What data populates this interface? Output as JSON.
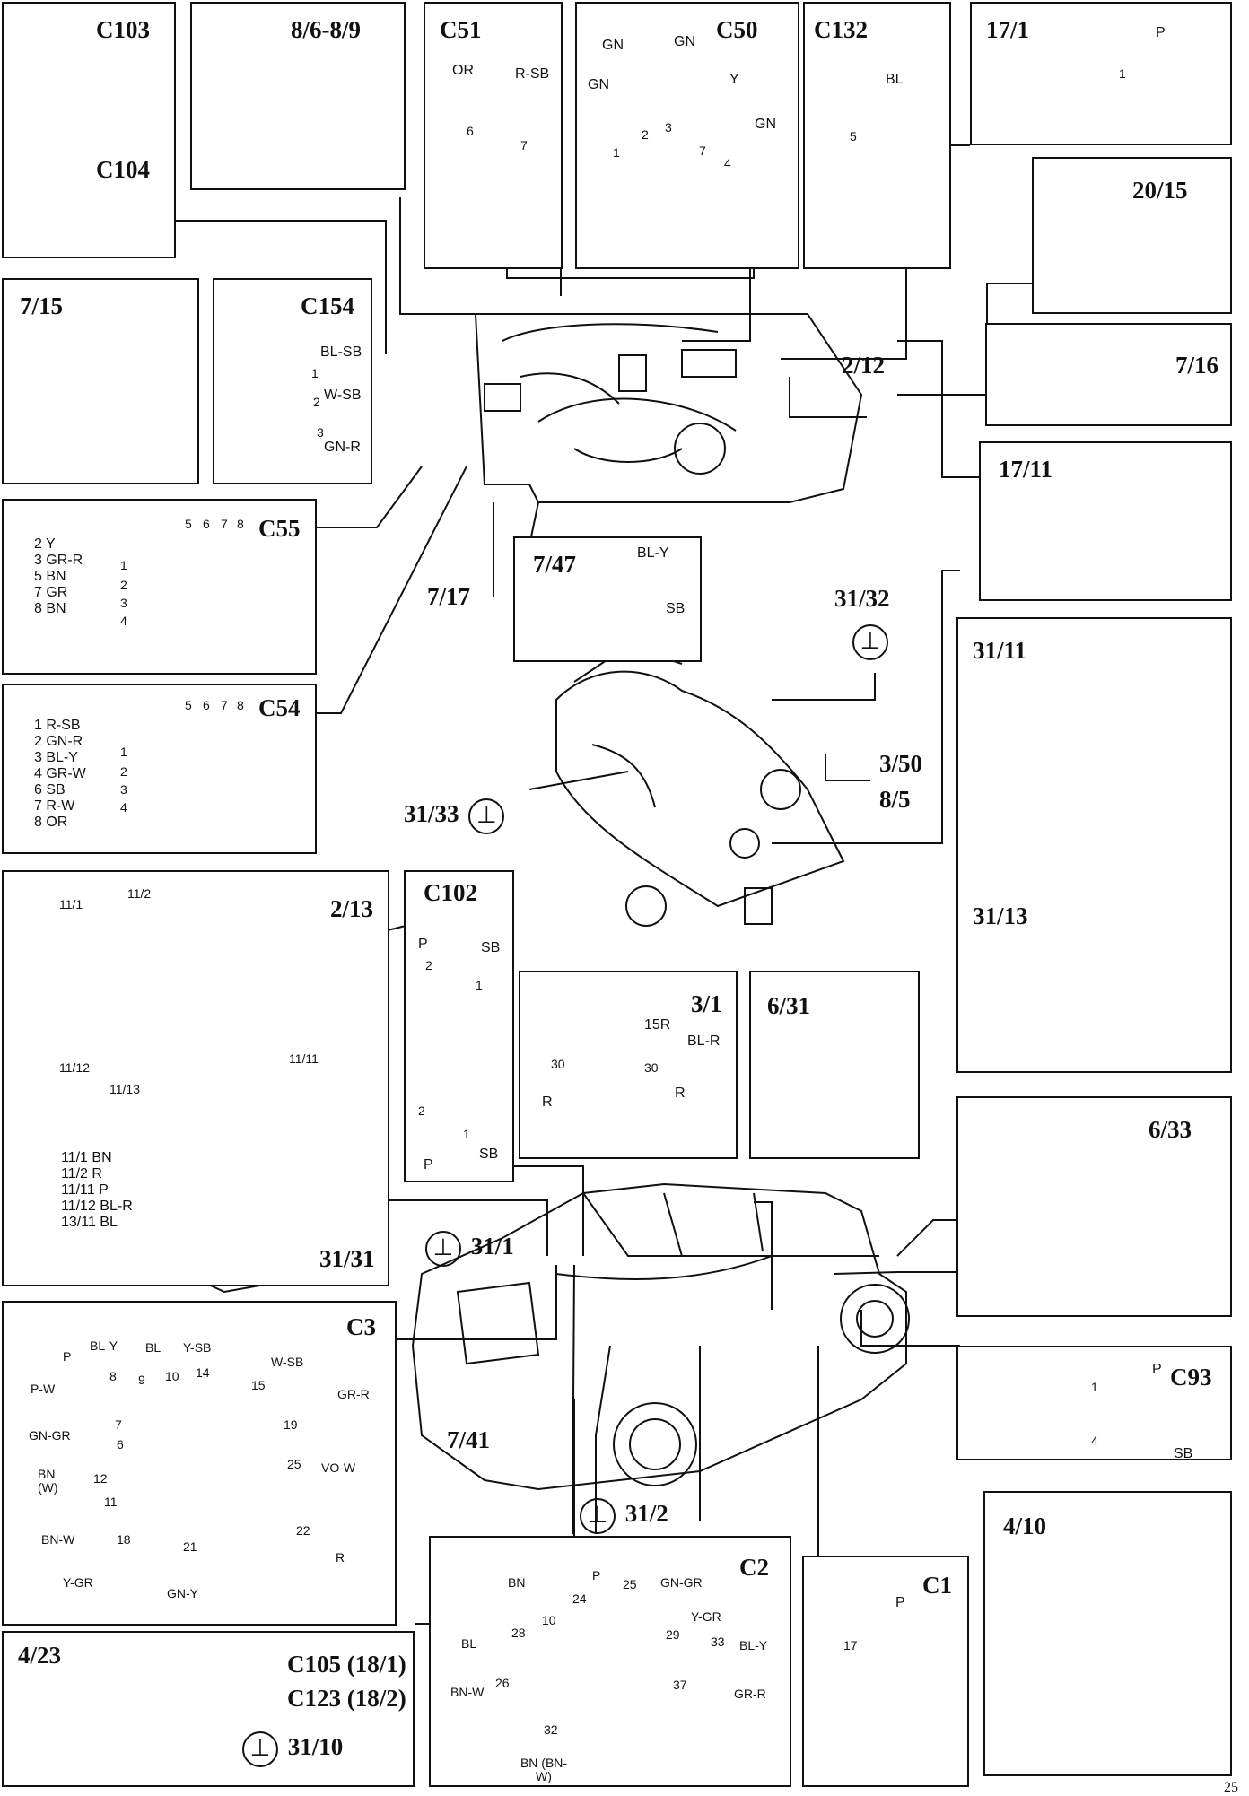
{
  "panels": {
    "c103_c104": {
      "title_a": "C103",
      "title_b": "C104"
    },
    "injectors": {
      "title": "8/6-8/9"
    },
    "c51": {
      "title": "C51",
      "wire_a": "OR",
      "wire_b": "R-SB",
      "pin_a": "6",
      "pin_b": "7"
    },
    "c50": {
      "title": "C50",
      "gn1": "GN",
      "gn2": "GN",
      "gn3": "GN",
      "gn4": "GN",
      "y": "Y",
      "p1": "1",
      "p2": "2",
      "p3": "3",
      "p4": "4",
      "p7": "7"
    },
    "c132": {
      "title": "C132",
      "wire": "BL",
      "pin": "5"
    },
    "p17_1": {
      "title": "17/1",
      "wire": "P",
      "pin": "1"
    },
    "p20_15": {
      "title": "20/15"
    },
    "p7_15": {
      "title": "7/15"
    },
    "c154": {
      "title": "C154",
      "w1": "BL-SB",
      "w2": "W-SB",
      "w3": "GN-R",
      "p1": "1",
      "p2": "2",
      "p3": "3"
    },
    "p2_12": {
      "title": "2/12"
    },
    "p7_16": {
      "title": "7/16"
    },
    "p17_11": {
      "title": "17/11"
    },
    "c55": {
      "title": "C55",
      "list": [
        "2 Y",
        "3 GR-R",
        "5 BN",
        "7 GR",
        "8 BN"
      ],
      "top_pins": [
        "5",
        "6",
        "7",
        "8"
      ],
      "side_pins": [
        "1",
        "2",
        "3",
        "4"
      ]
    },
    "p7_17": {
      "title": "7/17"
    },
    "p7_47": {
      "title": "7/47",
      "w1": "BL-Y",
      "w2": "SB"
    },
    "g31_32": {
      "title": "31/32"
    },
    "c54": {
      "title": "C54",
      "list": [
        "1 R-SB",
        "2 GN-R",
        "3 BL-Y",
        "4 GR-W",
        "6 SB",
        "7 R-W",
        "8 OR"
      ],
      "top_pins": [
        "5",
        "6",
        "7",
        "8"
      ],
      "side_pins": [
        "1",
        "2",
        "3",
        "4"
      ]
    },
    "p3_50": {
      "title": "3/50"
    },
    "p8_5": {
      "title": "8/5"
    },
    "g31_33": {
      "title": "31/33"
    },
    "p31_11": {
      "title": "31/11"
    },
    "p31_13": {
      "title": "31/13"
    },
    "relay": {
      "title": "2/13",
      "l1": "11/1",
      "l2": "11/2",
      "l3": "11/12",
      "l4": "11/13",
      "l5": "11/11",
      "list": [
        "11/1 BN",
        "11/2 R",
        "11/11 P",
        "11/12 BL-R",
        "13/11 BL"
      ],
      "title2": "31/31"
    },
    "c102": {
      "title": "C102",
      "p": "P",
      "sb": "SB",
      "p2": "2",
      "p1": "1",
      "bp2": "2",
      "bp1": "1",
      "bp": "P",
      "bsb": "SB"
    },
    "p3_1": {
      "title": "3/1",
      "w1": "15R",
      "w2": "BL-R",
      "w3": "30",
      "w4": "30",
      "w5": "R",
      "w6": "R"
    },
    "p6_31": {
      "title": "6/31"
    },
    "p6_33": {
      "title": "6/33"
    },
    "g31_1": {
      "title": "31/1"
    },
    "p7_41": {
      "title": "7/41"
    },
    "g31_2": {
      "title": "31/2"
    },
    "c3": {
      "title": "C3",
      "wires": [
        "P",
        "BL-Y",
        "BL",
        "Y-SB",
        "W-SB",
        "P-W",
        "GR-R",
        "GN-GR",
        "VO-W",
        "BN (W)",
        "BN-W",
        "R",
        "Y-GR",
        "GN-Y"
      ],
      "pins": [
        "8",
        "9",
        "10",
        "14",
        "15",
        "19",
        "7",
        "6",
        "25",
        "12",
        "11",
        "18",
        "21",
        "22"
      ]
    },
    "c93": {
      "title": "C93",
      "w1": "P",
      "w2": "SB",
      "p1": "1",
      "p4": "4"
    },
    "p4_10": {
      "title": "4/10"
    },
    "p4_23": {
      "title": "4/23",
      "c105": "C105 (18/1)",
      "c123": "C123 (18/2)",
      "g": "31/10"
    },
    "c2": {
      "title": "C2",
      "wires": [
        "BN",
        "P",
        "GN-GR",
        "Y-GR",
        "BL",
        "BL-Y",
        "BN-W",
        "GR-R",
        "BN (BN-W)"
      ],
      "pins": [
        "10",
        "24",
        "25",
        "28",
        "29",
        "33",
        "26",
        "37",
        "32"
      ]
    },
    "c1": {
      "title": "C1",
      "wire": "P",
      "pin": "17"
    }
  },
  "page_number": "25"
}
